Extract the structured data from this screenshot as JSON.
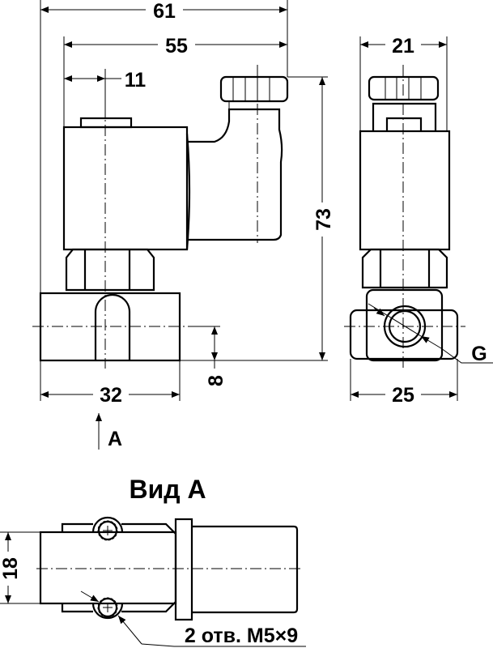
{
  "dimensions": {
    "overall_width": "61",
    "coil_to_connector": "55",
    "coil_offset": "11",
    "height": "73",
    "port_height": "8",
    "body_length": "32",
    "side_width": "21",
    "side_body_width": "25",
    "mount_spacing": "18"
  },
  "labels": {
    "thread": "G",
    "view_arrow": "A",
    "view_title": "Вид А",
    "holes_note": "2 отв. M5×9"
  }
}
